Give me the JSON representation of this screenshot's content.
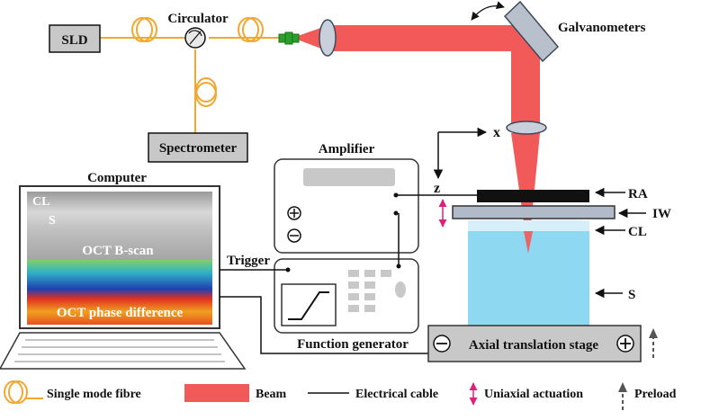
{
  "labels": {
    "sld": "SLD",
    "circulator": "Circulator",
    "galvanometers": "Galvanometers",
    "spectrometer": "Spectrometer",
    "computer": "Computer",
    "amplifier": "Amplifier",
    "trigger": "Trigger",
    "function_generator": "Function generator",
    "axial_stage": "Axial translation stage",
    "axis_x": "x",
    "axis_z": "z",
    "ra": "RA",
    "iw": "IW",
    "cl": "CL",
    "s": "S",
    "screen_cl": "CL",
    "screen_s": "S",
    "oct_bscan": "OCT B-scan",
    "oct_phase": "OCT phase difference"
  },
  "legend": {
    "fibre": "Single mode fibre",
    "beam": "Beam",
    "cable": "Electrical cable",
    "actuation": "Uniaxial actuation",
    "preload": "Preload"
  },
  "colors": {
    "beam": "#f25a5a",
    "fibre": "#f0a830",
    "sample": "#8fd8f2",
    "box_fill": "#c8c8c8",
    "actuation": "#e0207a"
  },
  "icons": {
    "plus": "plus-in-circle",
    "minus": "minus-in-circle"
  }
}
